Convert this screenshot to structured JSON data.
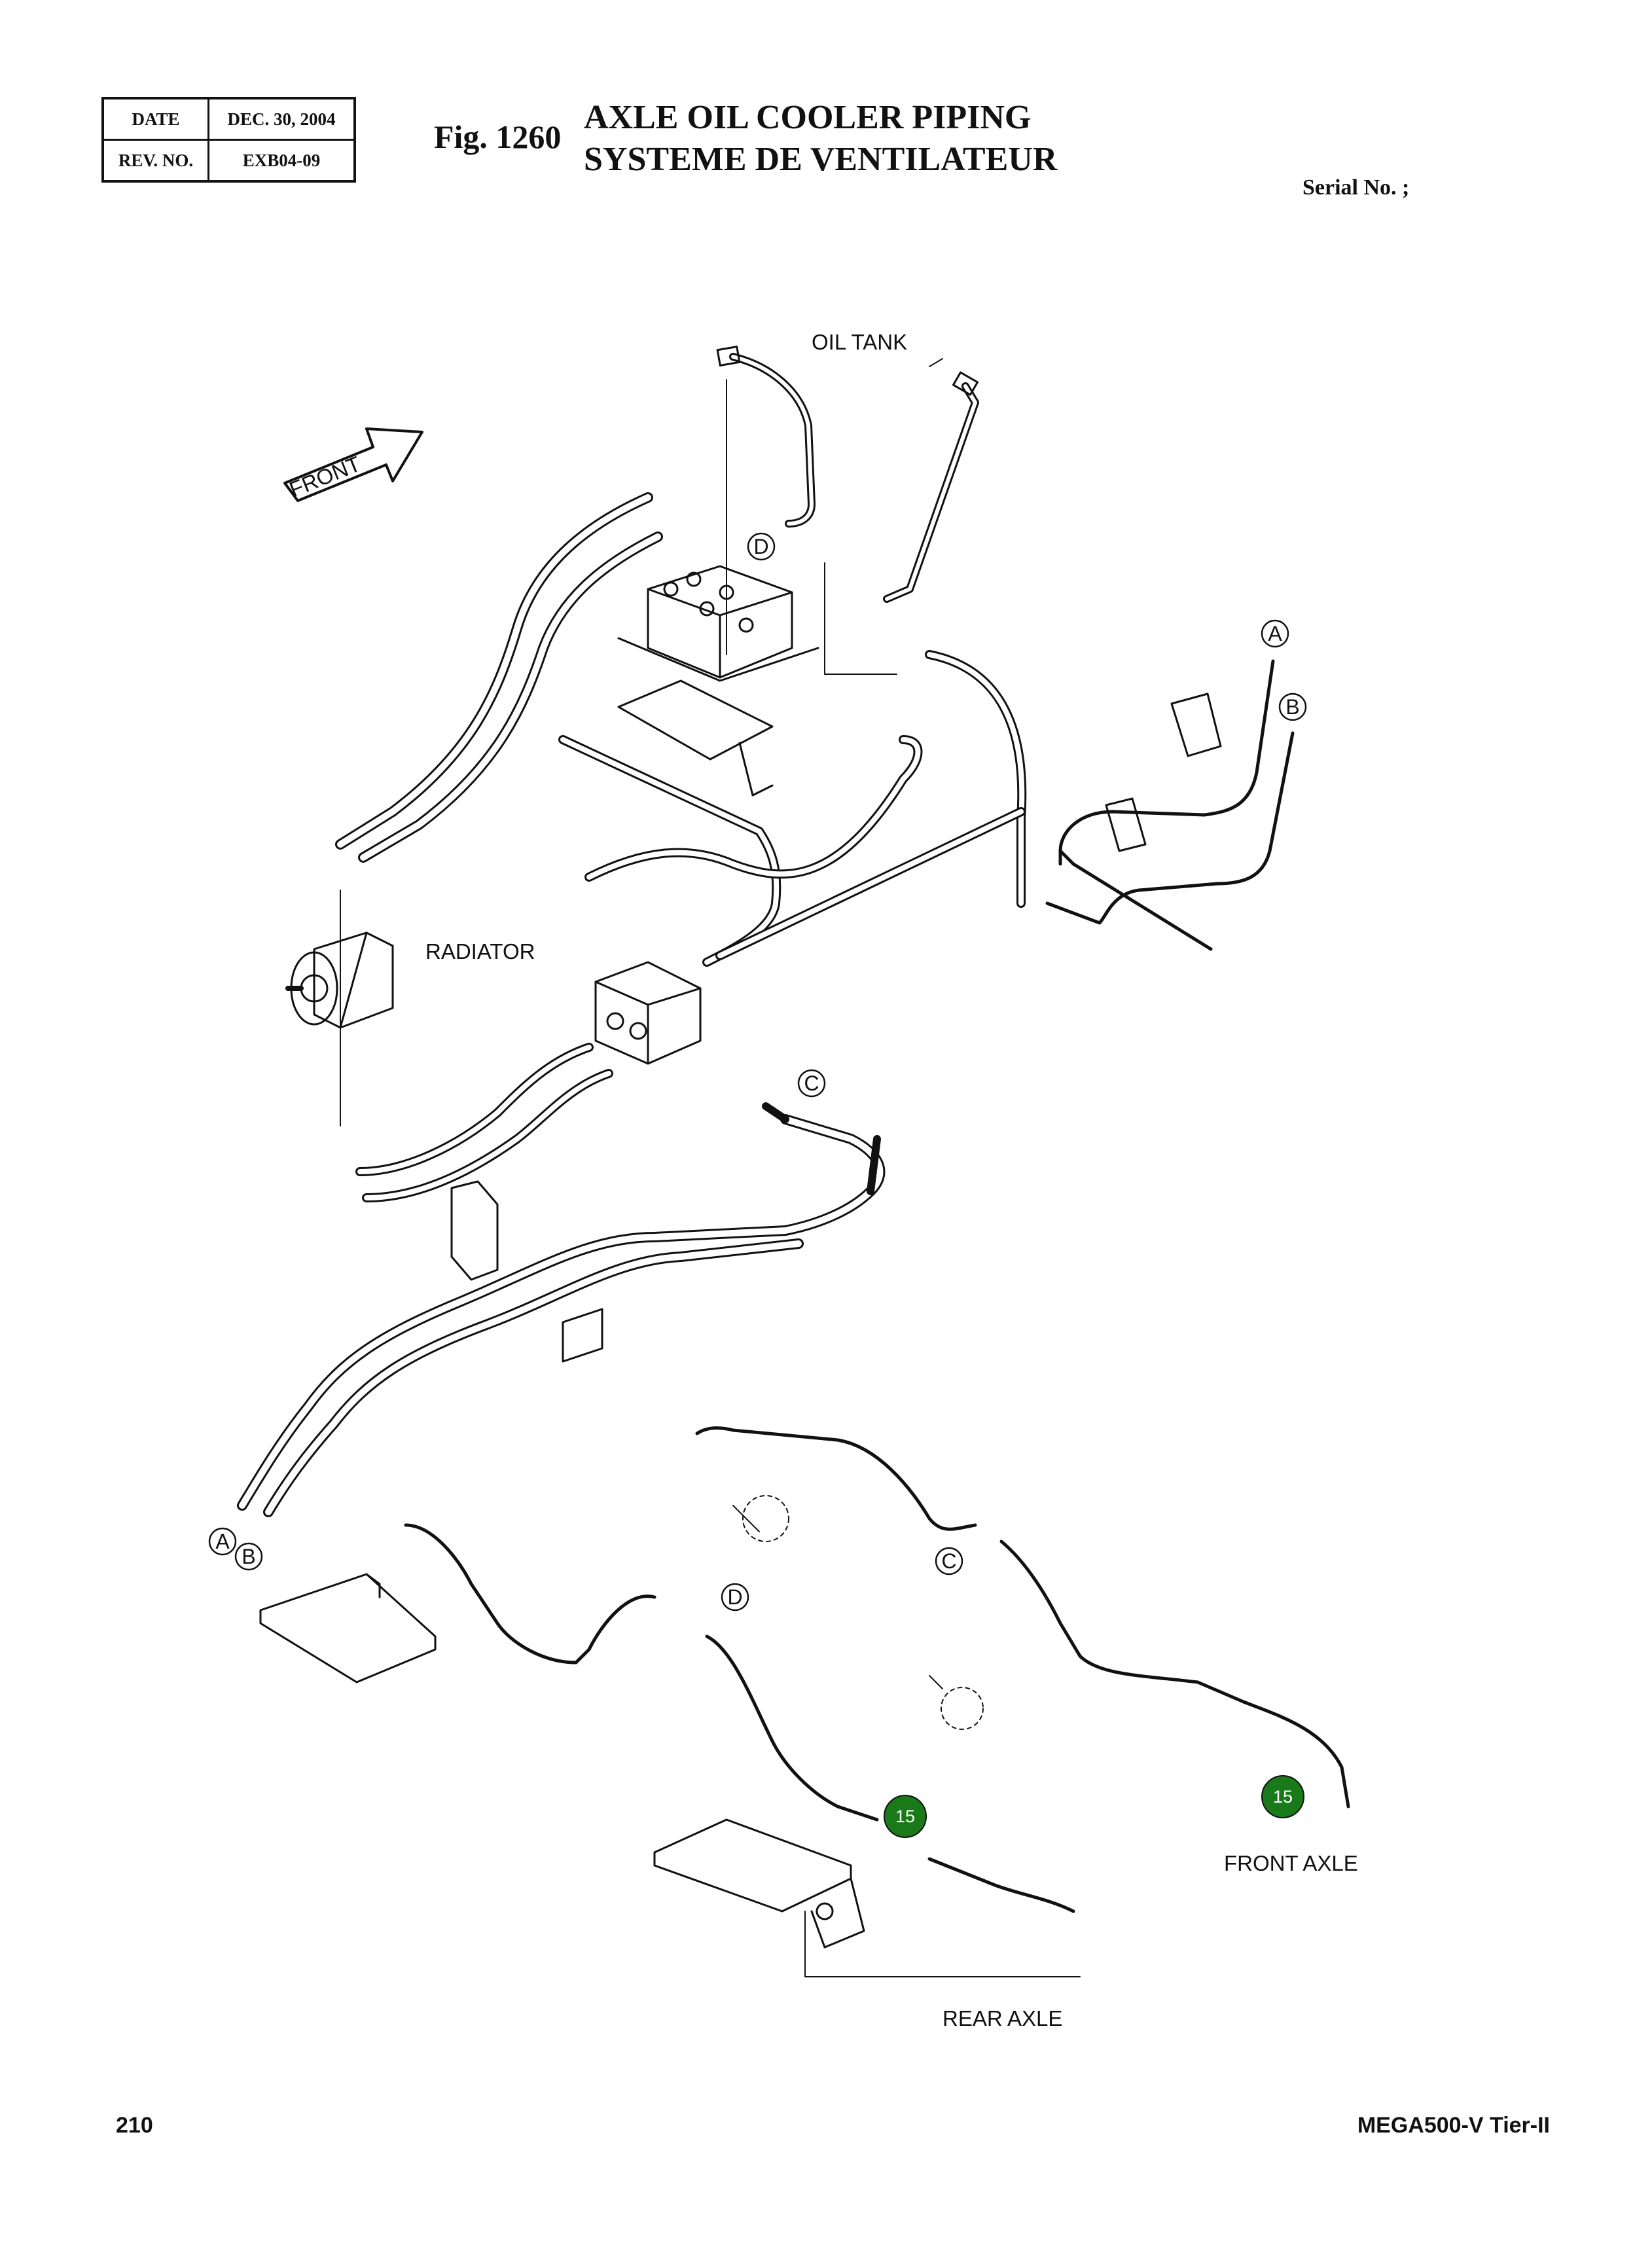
{
  "header": {
    "date_label": "DATE",
    "date_value": "DEC. 30, 2004",
    "rev_label": "REV. NO.",
    "rev_value": "EXB04-09",
    "fig_number": "Fig. 1260",
    "title_en": "AXLE OIL COOLER PIPING",
    "title_fr": "SYSTEME DE VENTILATEUR",
    "serial_label": "Serial No. ;"
  },
  "diagram": {
    "front_arrow_label": "FRONT",
    "labels": {
      "oil_tank": "OIL TANK",
      "radiator": "RADIATOR",
      "front_axle": "FRONT AXLE",
      "rear_axle": "REAR AXLE"
    },
    "refs": {
      "a": "A",
      "b": "B",
      "c": "C",
      "d": "D"
    },
    "part_callouts": [
      "15",
      "15"
    ],
    "callout_color": "#1a7a1a"
  },
  "footer": {
    "page_number": "210",
    "model": "MEGA500-V Tier-II"
  }
}
